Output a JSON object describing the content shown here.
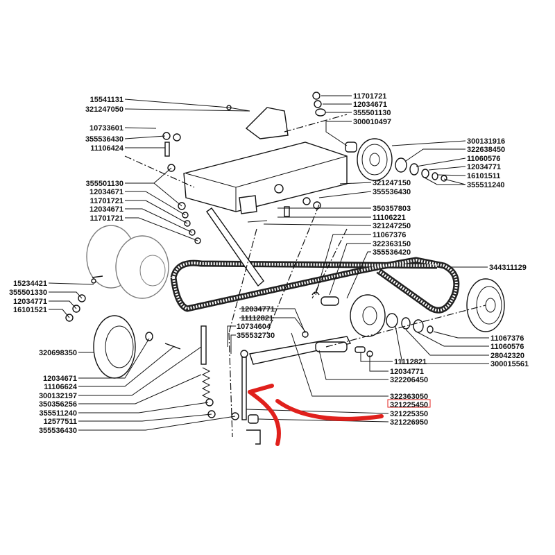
{
  "diagram": {
    "highlight_color": "#e0201c",
    "highlighted_part": "321225450",
    "parts": [
      "15541131",
      "321247050",
      "10733601",
      "355536430",
      "11106424",
      "355501130",
      "12034671",
      "11701721",
      "12034671",
      "11701721",
      "11701721",
      "12034671",
      "355501130",
      "300010497",
      "300131916",
      "322638450",
      "11060576",
      "12034771",
      "16101511",
      "355511240",
      "321247150",
      "355536430",
      "350357803",
      "11106221",
      "321247250",
      "11067376",
      "322363150",
      "355536420",
      "344311129",
      "15234421",
      "355501330",
      "12034771",
      "16101521",
      "320698350",
      "12034671",
      "11106624",
      "300132197",
      "350356256",
      "355511240",
      "12577511",
      "355536430",
      "12034771",
      "11112821",
      "10734604",
      "355532730",
      "11067376",
      "11060576",
      "28042320",
      "300015561",
      "11112821",
      "12034771",
      "322206450",
      "322363050",
      "321225450",
      "321225350",
      "321226950"
    ]
  }
}
